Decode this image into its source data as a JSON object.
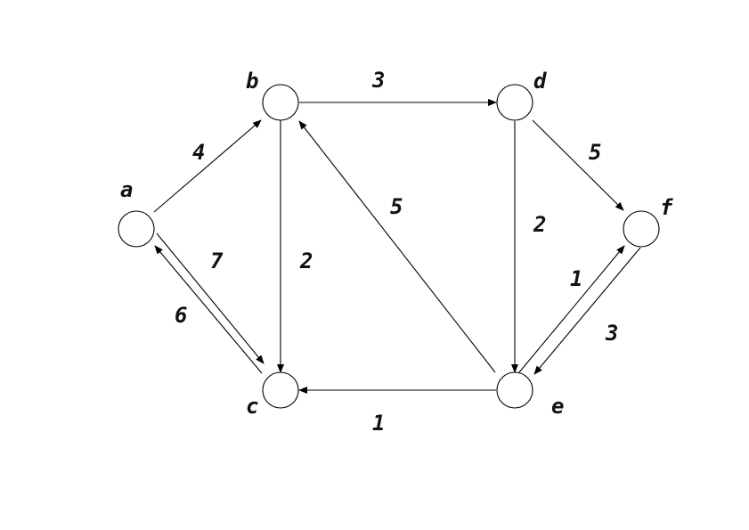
{
  "graph": {
    "nodes": [
      {
        "id": "a",
        "label": "a"
      },
      {
        "id": "b",
        "label": "b"
      },
      {
        "id": "c",
        "label": "c"
      },
      {
        "id": "d",
        "label": "d"
      },
      {
        "id": "e",
        "label": "e"
      },
      {
        "id": "f",
        "label": "f"
      }
    ],
    "edges": [
      {
        "from": "a",
        "to": "b",
        "weight": "4"
      },
      {
        "from": "a",
        "to": "c",
        "weight": "7"
      },
      {
        "from": "c",
        "to": "a",
        "weight": "6"
      },
      {
        "from": "b",
        "to": "c",
        "weight": "2"
      },
      {
        "from": "b",
        "to": "d",
        "weight": "3"
      },
      {
        "from": "d",
        "to": "e",
        "weight": "2"
      },
      {
        "from": "d",
        "to": "f",
        "weight": "5"
      },
      {
        "from": "e",
        "to": "b",
        "weight": "5"
      },
      {
        "from": "e",
        "to": "c",
        "weight": "1"
      },
      {
        "from": "e",
        "to": "f",
        "weight": "1"
      },
      {
        "from": "f",
        "to": "e",
        "weight": "3"
      }
    ]
  }
}
